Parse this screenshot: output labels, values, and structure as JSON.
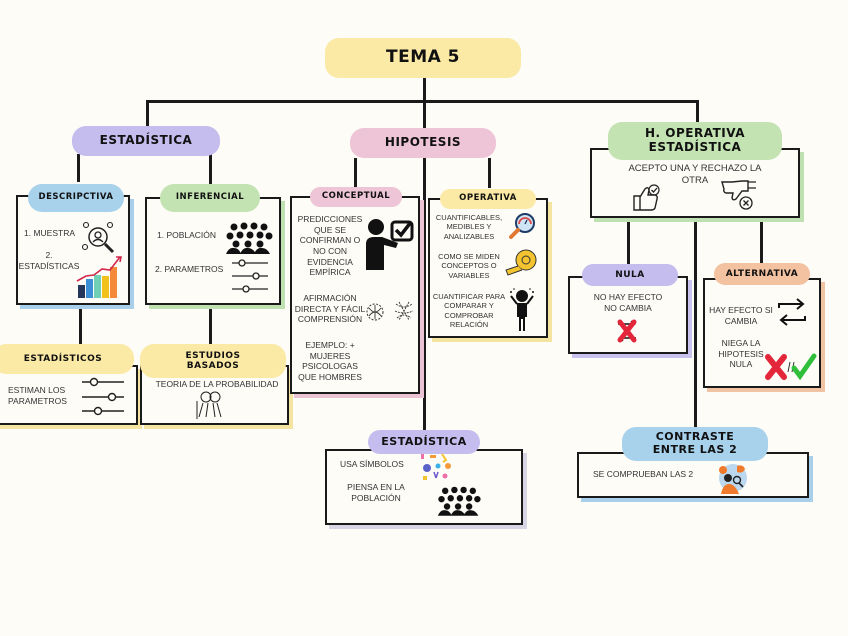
{
  "title": "TEMA 5",
  "colors": {
    "yellow": "#fbe9a6",
    "purple": "#c4bdee",
    "pink": "#eec5d6",
    "blue": "#a8d1ec",
    "green": "#c4e3b2",
    "orange": "#f3c2a0",
    "line": "#1a1a1a",
    "background": "#fdfcf7"
  },
  "estadistica": {
    "label": "ESTADÍSTICA",
    "descriptiva": {
      "label": "DESCRIPCTIVA",
      "items": [
        "1. MUESTRA",
        "2. ESTADÍSTICAS"
      ],
      "icons": [
        "people-search-icon",
        "bar-chart-icon"
      ]
    },
    "inferencial": {
      "label": "INFERENCIAL",
      "items": [
        "1. POBLACIÓN",
        "2. PARAMETROS"
      ],
      "icons": [
        "crowd-icon",
        "sliders-icon"
      ]
    },
    "estadisticos": {
      "label": "ESTADÍSTICOS",
      "text": "ESTIMAN LOS PARAMETROS",
      "icon": "sliders-icon"
    },
    "estudios_basados": {
      "label": "ESTUDIOS BASADOS",
      "text": "TEORIA DE LA PROBABILIDAD",
      "icon": "dice-probability-icon"
    }
  },
  "hipotesis": {
    "label": "HIPOTESIS",
    "conceptual": {
      "label": "CONCEPTUAL",
      "items": [
        "PREDICCIONES QUE SE CONFIRMAN O NO CON EVIDENCIA EMPÍRICA",
        "AFIRMACIÓN DIRECTA Y FÁCIL COMPRENSIÓN",
        "EJEMPLO: + MUJERES PSICOLOGAS QUE HOMBRES"
      ],
      "icons": [
        "presenter-check-icon",
        "tangle-icon",
        "untangle-icon"
      ]
    },
    "operativa": {
      "label": "OPERATIVA",
      "items": [
        "CUANTIFICABLES, MEDIBLES Y ANALIZABLES",
        "COMO SE MIDEN CONCEPTOS O VARIABLES",
        "CUANTIFICAR PARA COMPARAR Y COMPROBAR RELACIÓN"
      ],
      "icons": [
        "magnifier-gauge-icon",
        "measuring-tape-icon",
        "person-thinking-icon"
      ]
    },
    "estadistica": {
      "label": "ESTADÍSTICA",
      "items": [
        "USA SÍMBOLOS",
        "PIENSA EN LA POBLACIÓN"
      ],
      "icons": [
        "symbols-icon",
        "crowd-icon"
      ]
    }
  },
  "h_operativa": {
    "label": "H. OPERATIVA ESTADÍSTICA",
    "text": "ACEPTO UNA Y RECHAZO LA OTRA",
    "icons": [
      "thumbs-up-icon",
      "thumbs-down-icon"
    ],
    "nula": {
      "label": "NULA",
      "text": "NO HAY EFECTO NO CAMBIA",
      "icon": "no-change-x-icon"
    },
    "alternativa": {
      "label": "ALTERNATIVA",
      "items": [
        "HAY EFECTO SI CAMBIA",
        "NIEGA LA HIPOTESIS NULA"
      ],
      "icons": [
        "swap-arrows-icon",
        "x-check-icon"
      ]
    },
    "contraste": {
      "label": "CONTRASTE ENTRE LAS 2",
      "text": "SE COMPRUEBAN LAS 2",
      "icon": "person-inspecting-icon"
    }
  }
}
